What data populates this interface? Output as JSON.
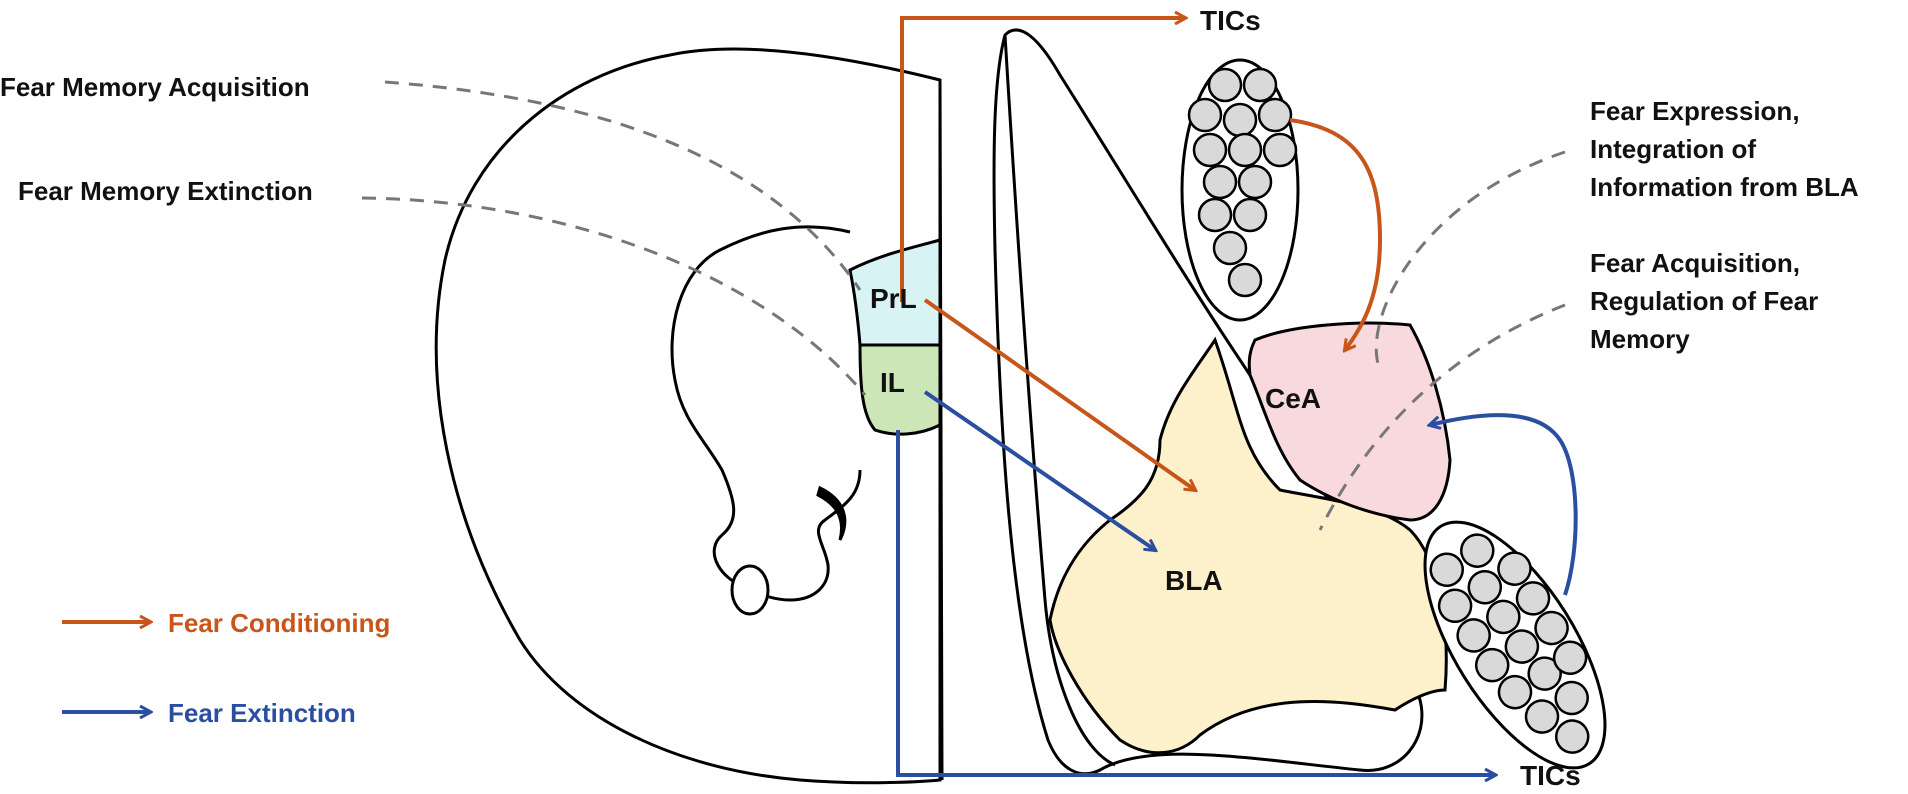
{
  "regions": {
    "prl": "PrL",
    "il": "IL",
    "cea": "CeA",
    "bla": "BLA"
  },
  "targets": {
    "tics_top": "TICs",
    "tics_bottom": "TICs"
  },
  "annotations": {
    "left": [
      "Fear Memory Acquisition",
      "Fear Memory Extinction"
    ],
    "right_top": [
      "Fear Expression,",
      "Integration of",
      "Information from BLA"
    ],
    "right_bottom": [
      "Fear Acquisition,",
      "Regulation of Fear",
      "Memory"
    ]
  },
  "legend": {
    "conditioning": "Fear Conditioning",
    "extinction": "Fear Extinction"
  },
  "colors": {
    "conditioning": "#C8561A",
    "extinction": "#2A4FA0",
    "prl_fill": "#D7F3F3",
    "il_fill": "#CDE6B8",
    "cea_fill": "#F8D9DE",
    "bla_fill": "#FDF1CC",
    "neuron_fill": "#D9D9D9",
    "dashed_line": "#777777"
  }
}
